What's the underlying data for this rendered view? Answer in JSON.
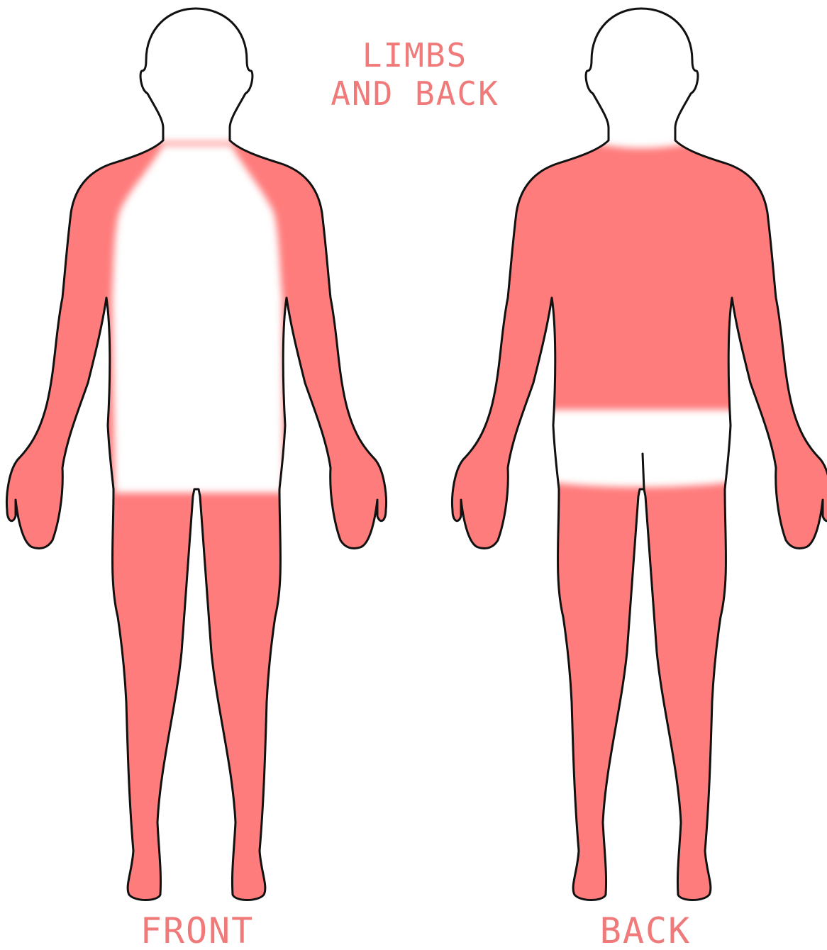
{
  "title": {
    "line1": "LIMBS",
    "line2": "AND BACK"
  },
  "figures": {
    "front": {
      "label": "FRONT"
    },
    "back": {
      "label": "BACK"
    }
  },
  "colors": {
    "highlight": "#ff7b7b",
    "label_text": "#f07a7a",
    "outline": "#111111",
    "background": "#ffffff"
  }
}
